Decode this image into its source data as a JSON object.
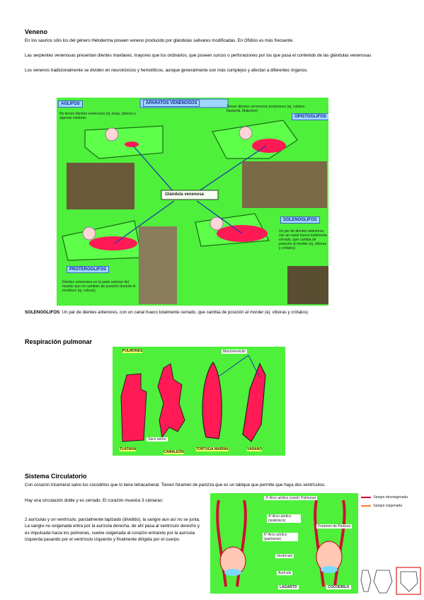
{
  "veneno": {
    "title": "Veneno",
    "p1": "En los saurios sólo los del género Heloderma poseen veneno producido por glándulas salivares modificadas. En Ofidios es más frecuente.",
    "p2": "Las serpientes venenosas presentan dientes maxilares, mayores que los ordinarios, que poseen surcos o perforaciones por los que pasa el contenido de las glándulas venenosas",
    "p3": "Los venenos tradicionalmente se dividen en neurotóxicos y hemolíticos, aunque generalmente son más complejos y afectan a diferentes órganos."
  },
  "fig_venom": {
    "header": "APARATOS VENENOSOS",
    "aglifos": "AGLIFOS",
    "aglifos_desc": "No tienen dientes venenosos (ej, boas, pitones y algunas culebras",
    "opisto_desc": "Tienen dientes venenosos posteriores (ej, culebra bastarda, Malpolon)",
    "opistoglifos": "OPISTOGLIFOS",
    "glandula": "Glándula venenosa",
    "solenoglifos": "SOLENOGLIFOS",
    "soleno_desc": "Un par de dientes anteriores, con un canal hueco totalmente cerrado, que cambia de posición al morder (ej, víboras y crótalos)",
    "proteroglifos": "PROTEROGLIFOS",
    "protero_desc": "Dientes venenosos en la parte anterior del maxilar que no cambian de posición durante el mordisco (ej, cobras)."
  },
  "soleno_para": {
    "lead": "SOLENOGLIFOS",
    "rest": ": Un par de dientes anteriores, con un canal hueco totalmente cerrado, que cambia de posición al morder (ej. víboras y crótalos)"
  },
  "resp": {
    "title": "Respiración pulmonar",
    "fig_title": "PULMONES",
    "macro": "Macrovesiculo",
    "saco": "Saco aéreo",
    "tuatara": "TUATARA",
    "camaleon": "CAMALEÓN",
    "tortuga": "TORTUGA MARINA",
    "varano": "VARANO"
  },
  "circ": {
    "title": "Sistema Circulatorio",
    "p1": "Con corazón tricameral salvo los cocodrilos que lo tiene tetracameral. Tienen foramen de panizza que es un tabique que permite que haya dos ventrículos.",
    "p2": "Hay una circulación doble y es cerrado. El corazón muestra 3 cámaras:",
    "p3": "2 aurículas y un ventrículo, parcialmente tapizado (dividido), la sangre aun así no se junta. La sangre no oxigenada entra por la aurícula derecha, de ahí pasa al ventrículo derecho y es impulsada hacia los pulmones, vuelve oxigenada al corazón entrando por la aurícula izquierda pasando por el ventrículo izquierdo y finalmente dirigida por el cuerpo.",
    "arco3": "3º Arco aórtico (carotideo)",
    "pulm": "Pulmonar",
    "arco4": "4º Arco aórtico (sistémico)",
    "arco6": "6º Arco aórtico (pulmonar)",
    "ventriculo": "Ventrículo",
    "auricula": "Aurícula",
    "foramen": "Foramen de Panizza",
    "sangre_des": "Sangre desoxigenada",
    "sangre_ox": "Sangre oxigenada",
    "lagarto": "LAGARTO",
    "cocodrilo": "COCODRILO"
  }
}
